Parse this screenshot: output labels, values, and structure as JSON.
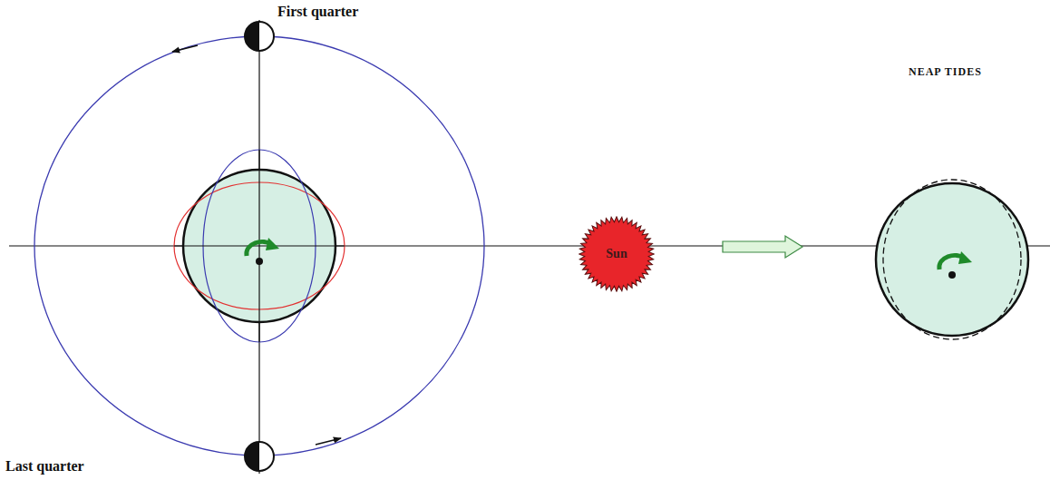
{
  "diagram": {
    "nodes": [
      {
        "text": [
          "Sun"
        ]
      }
    ],
    "labels": [
      "First quarter",
      "Last quarter",
      "NEAP TIDES"
    ]
  }
}
